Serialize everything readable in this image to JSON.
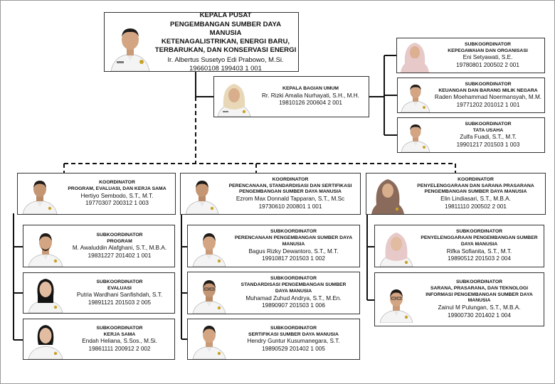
{
  "head": {
    "position": [
      "KEPALA PUSAT",
      "PENGEMBANGAN SUMBER DAYA MANUSIA",
      "KETENAGALISTRIKAN,  ENERGI BARU,",
      "TERBARUKAN, DAN KONSERVASI ENERGI"
    ],
    "name": "Ir. Albertus Susetyo Edi Prabowo, M.Si.",
    "nip": "19660108 199403 1 001"
  },
  "bagian_umum": {
    "position": [
      "KEPALA BAGIAN UMUM"
    ],
    "name": "Rr. Rizki Amalia Nurhayati, S.H., M.H.",
    "nip": "19810126 200604 2 001"
  },
  "umum_subs": [
    {
      "position": [
        "SUBKOORDINATOR",
        "KEPEGAWAIAN DAN ORGANISASI"
      ],
      "name": "Eni Setyawati, S.E.",
      "nip": "19780801 200502 2 001"
    },
    {
      "position": [
        "SUBKOORDINATOR",
        "KEUANGAN DAN BARANG MILIK NEGARA"
      ],
      "name": "Raden Moehammad Noermansyah, M.M.",
      "nip": "19771202 201012 1 001"
    },
    {
      "position": [
        "SUBKOORDINATOR",
        "TATA USAHA"
      ],
      "name": "Zulfa Fuadi, S.T., M.T.",
      "nip": "19901217 201503 1 003"
    }
  ],
  "koordinators": [
    {
      "position": [
        "KOORDINATOR",
        "PROGRAM, EVALUASI, DAN KERJA SAMA"
      ],
      "name": "Hertiyo Sembodo, S.T., M.T.",
      "nip": "19770307 200312 1 003",
      "subs": [
        {
          "position": [
            "SUBKOORDINATOR",
            "PROGRAM"
          ],
          "name": "M. Awaluddin Alafghani, S.T., M.B.A.",
          "nip": "19831227 201402 1 001"
        },
        {
          "position": [
            "SUBKOORDINATOR",
            "EVALUASI"
          ],
          "name": "Putria Wardhani Sanfishdah, S.T.",
          "nip": "19891121 201503 2 005"
        },
        {
          "position": [
            "SUBKOORDINATOR",
            "KERJA SAMA"
          ],
          "name": "Endah Heliana, S.Sos., M.Si.",
          "nip": "19861111 200912 2 002"
        }
      ]
    },
    {
      "position": [
        "KOORDINATOR",
        "PERENCANAAN, STANDARDISASI DAN SERTIFIKASI",
        "PENGEMBANGAN SUMBER DAYA MANUSIA"
      ],
      "name": "Ezrom Max Donnald Tapparan, S.T., M.Sc",
      "nip": "19730610 200801 1 001",
      "subs": [
        {
          "position": [
            "SUBKOORDINATOR",
            "PERENCANAAN PENGEMBANGAN SUMBER DAYA",
            "MANUSIA"
          ],
          "name": "Bagus Rizky Dewantoro, S.T., M.T.",
          "nip": "19910817 201503 1 002"
        },
        {
          "position": [
            "SUBKOORDINATOR",
            "STANDARDISASI PENGEMBANGAN SUMBER",
            "DAYA MANUSIA"
          ],
          "name": "Muhamad Zuhud Andrya, S.T., M.En.",
          "nip": "19890907 201503 1 006"
        },
        {
          "position": [
            "SUBKOORDINATOR",
            "SERTIFIKASI SUMBER DAYA MANUSIA"
          ],
          "name": "Hendry Guntur Kusumanegara, S.T.",
          "nip": "19890529 201402 1 005"
        }
      ]
    },
    {
      "position": [
        "KOORDINATOR",
        "PENYELENGGARAAN DAN SARANA PRASARANA",
        "PENGEMBANGAN SUMBER DAYA MANUSIA"
      ],
      "name": "Elin Lindiasari, S.T., M.B.A.",
      "nip": "19811110 200502 2 001",
      "subs": [
        {
          "position": [
            "SUBKOORDINATOR",
            "PENYELENGGARAAN PENGEMBANGAN SUMBER",
            "DAYA MANUSIA"
          ],
          "name": "Rifka Sofianita, S.T., M.T.",
          "nip": "19890512 201503 2 004"
        },
        {
          "position": [
            "SUBKOORDINATOR",
            "SARANA, PRASARANA, DAN TEKNOLOGI",
            "INFORMASI PENGEMBANGAN SUMBER DAYA",
            "MANUSIA"
          ],
          "name": "Zainul M Pulungan, S.T., M.B.A.",
          "nip": "19900730 201402 1 004"
        }
      ]
    }
  ],
  "colors": {
    "line": "#111111",
    "border": "#333333",
    "shirt": "#f4f4f4",
    "hijab_pink": "#e7c9c9",
    "hijab_cream": "#e8d8b8",
    "hijab_brown": "#8a6a5a"
  }
}
